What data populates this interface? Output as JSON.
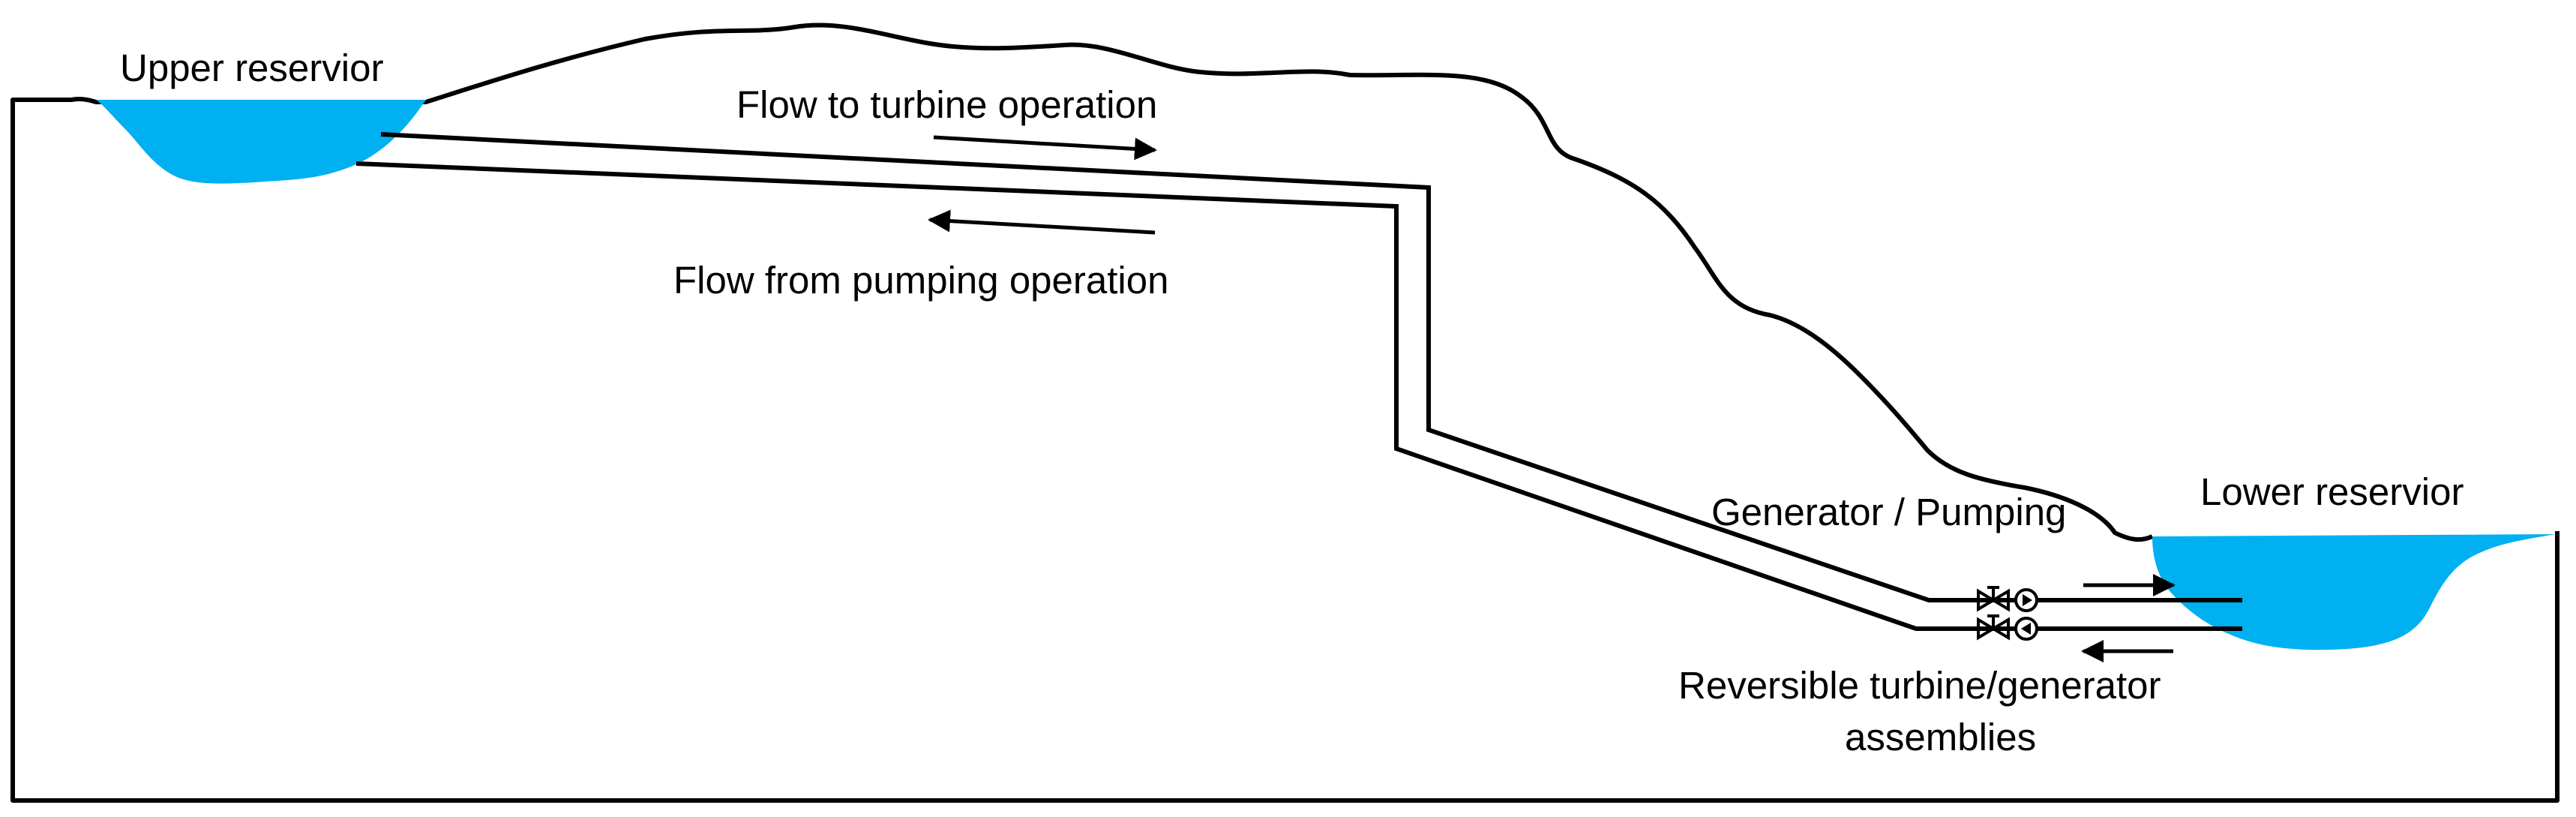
{
  "labels": {
    "upper_reservoir": "Upper reservior",
    "lower_reservoir": "Lower reservior",
    "flow_turbine": "Flow to turbine operation",
    "flow_pumping": "Flow from pumping operation",
    "generator_pumping": "Generator / Pumping",
    "reversible_line1": "Reversible turbine/generator",
    "reversible_line2": "assemblies"
  },
  "colors": {
    "water": "#00b0f0",
    "line": "#000000",
    "background": "#ffffff"
  }
}
